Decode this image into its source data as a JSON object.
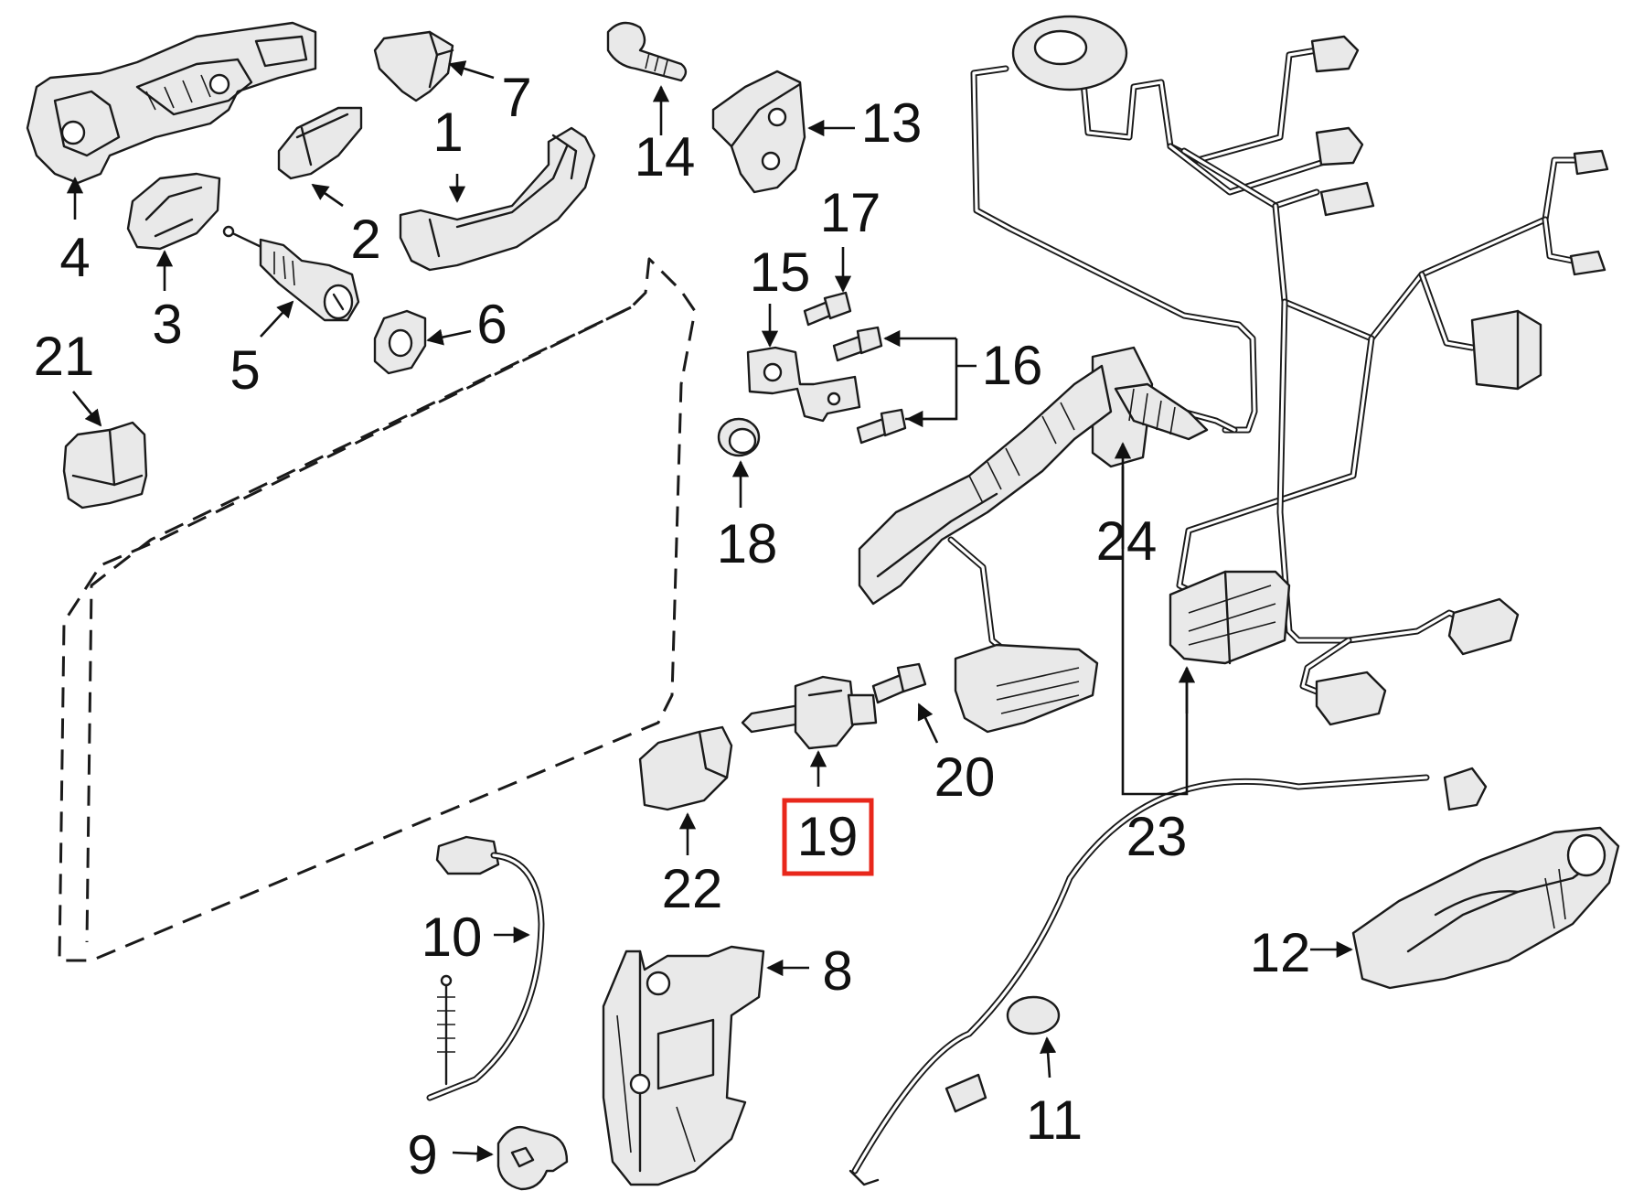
{
  "callouts": {
    "c1": "1",
    "c2": "2",
    "c3": "3",
    "c4": "4",
    "c5": "5",
    "c6": "6",
    "c7": "7",
    "c8": "8",
    "c9": "9",
    "c10": "10",
    "c11": "11",
    "c12": "12",
    "c13": "13",
    "c14": "14",
    "c15": "15",
    "c16": "16",
    "c17": "17",
    "c18": "18",
    "c19": "19",
    "c20": "20",
    "c21": "21",
    "c22": "22",
    "c23": "23",
    "c24": "24"
  },
  "highlighted_callout": "19",
  "colors": {
    "highlight": "#e8271b",
    "ink": "#111111",
    "background": "#ffffff"
  }
}
